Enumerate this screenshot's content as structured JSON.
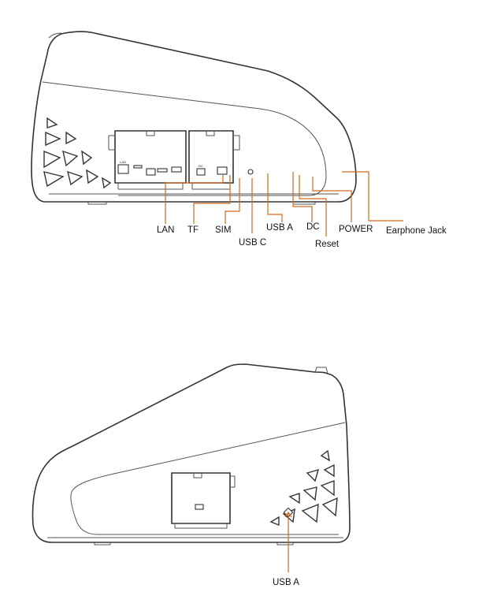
{
  "colors": {
    "leader_line": "#d2691e",
    "outline": "#333333",
    "background": "#ffffff"
  },
  "labels": {
    "lan": "LAN",
    "tf": "TF",
    "sim": "SIM",
    "usb_c": "USB C",
    "usb_a": "USB A",
    "dc": "DC",
    "reset": "Reset",
    "power": "POWER",
    "earphone": "Earphone Jack",
    "usb_a_bottom": "USB A"
  },
  "port_marks": {
    "lan": "LAN",
    "dc": "DC"
  }
}
